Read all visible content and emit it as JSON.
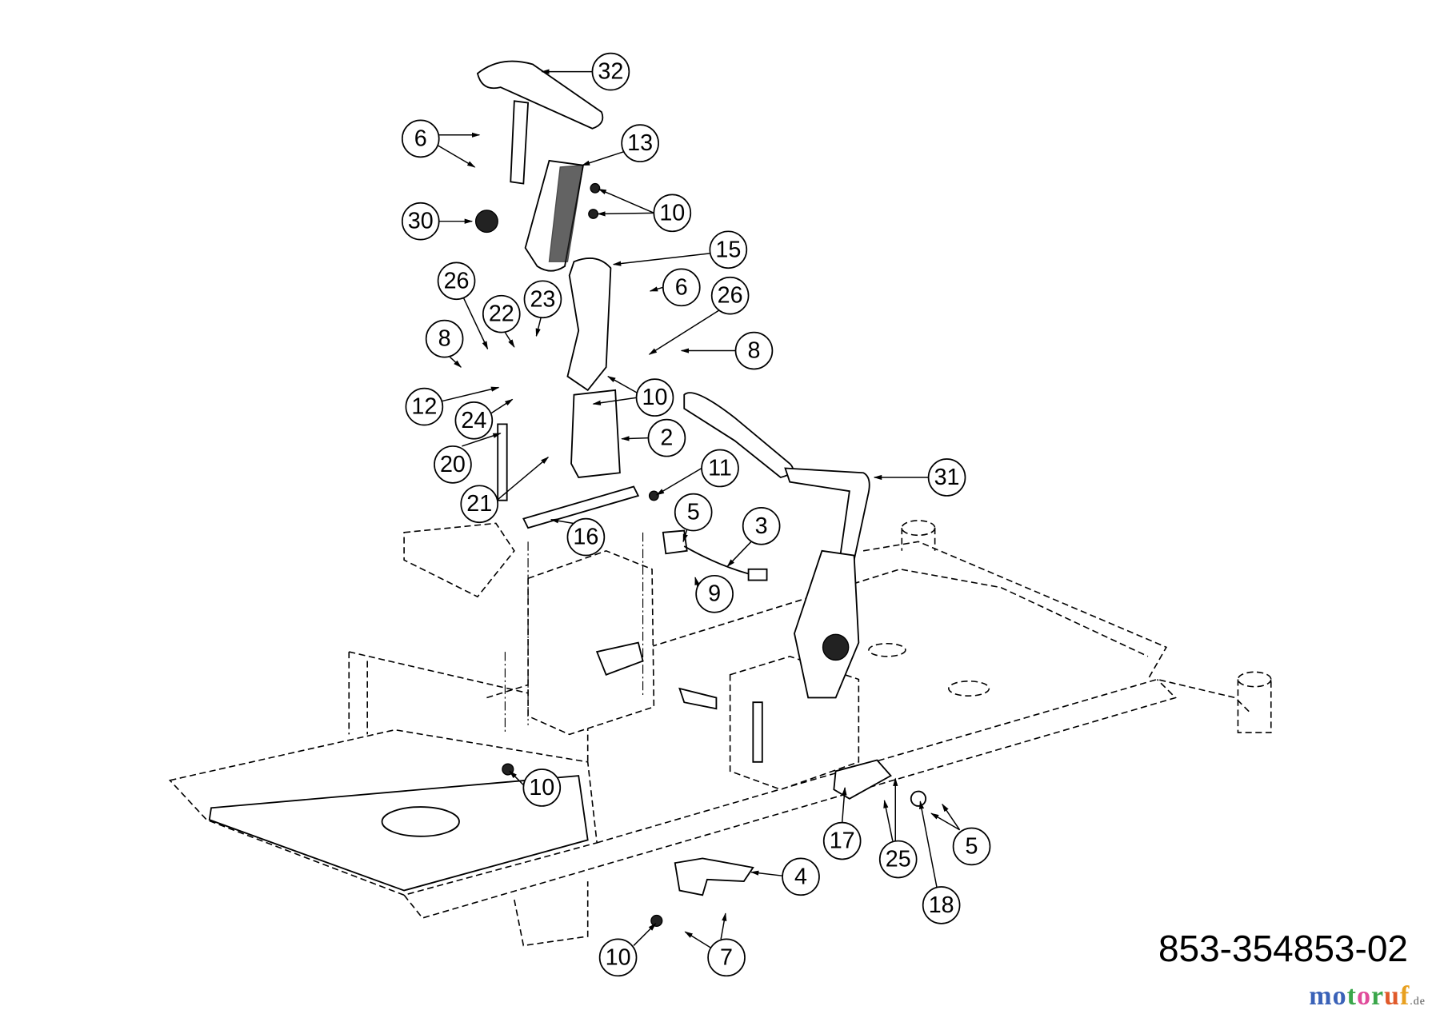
{
  "diagram": {
    "document_number": "853-354853-02",
    "watermark": {
      "name": "motoruf",
      "suffix": ".de",
      "letter_colors": [
        "#3a62b8",
        "#3a62b8",
        "#3aa64a",
        "#e04a9a",
        "#3aa64a",
        "#e05a2a",
        "#e8a020"
      ]
    },
    "callouts": [
      {
        "id": "c32",
        "label": "32"
      },
      {
        "id": "c6a",
        "label": "6"
      },
      {
        "id": "c13",
        "label": "13"
      },
      {
        "id": "c10a",
        "label": "10"
      },
      {
        "id": "c30",
        "label": "30"
      },
      {
        "id": "c15",
        "label": "15"
      },
      {
        "id": "c6b",
        "label": "6"
      },
      {
        "id": "c26a",
        "label": "26"
      },
      {
        "id": "c22",
        "label": "22"
      },
      {
        "id": "c23",
        "label": "23"
      },
      {
        "id": "c26b",
        "label": "26"
      },
      {
        "id": "c8a",
        "label": "8"
      },
      {
        "id": "c8b",
        "label": "8"
      },
      {
        "id": "c10b",
        "label": "10"
      },
      {
        "id": "c12",
        "label": "12"
      },
      {
        "id": "c24",
        "label": "24"
      },
      {
        "id": "c2",
        "label": "2"
      },
      {
        "id": "c20",
        "label": "20"
      },
      {
        "id": "c11",
        "label": "11"
      },
      {
        "id": "c31",
        "label": "31"
      },
      {
        "id": "c21",
        "label": "21"
      },
      {
        "id": "c5a",
        "label": "5"
      },
      {
        "id": "c3",
        "label": "3"
      },
      {
        "id": "c16",
        "label": "16"
      },
      {
        "id": "c9",
        "label": "9"
      },
      {
        "id": "c10c",
        "label": "10"
      },
      {
        "id": "c4",
        "label": "4"
      },
      {
        "id": "c17",
        "label": "17"
      },
      {
        "id": "c25",
        "label": "25"
      },
      {
        "id": "c5b",
        "label": "5"
      },
      {
        "id": "c18",
        "label": "18"
      },
      {
        "id": "c10d",
        "label": "10"
      },
      {
        "id": "c7",
        "label": "7"
      }
    ]
  }
}
